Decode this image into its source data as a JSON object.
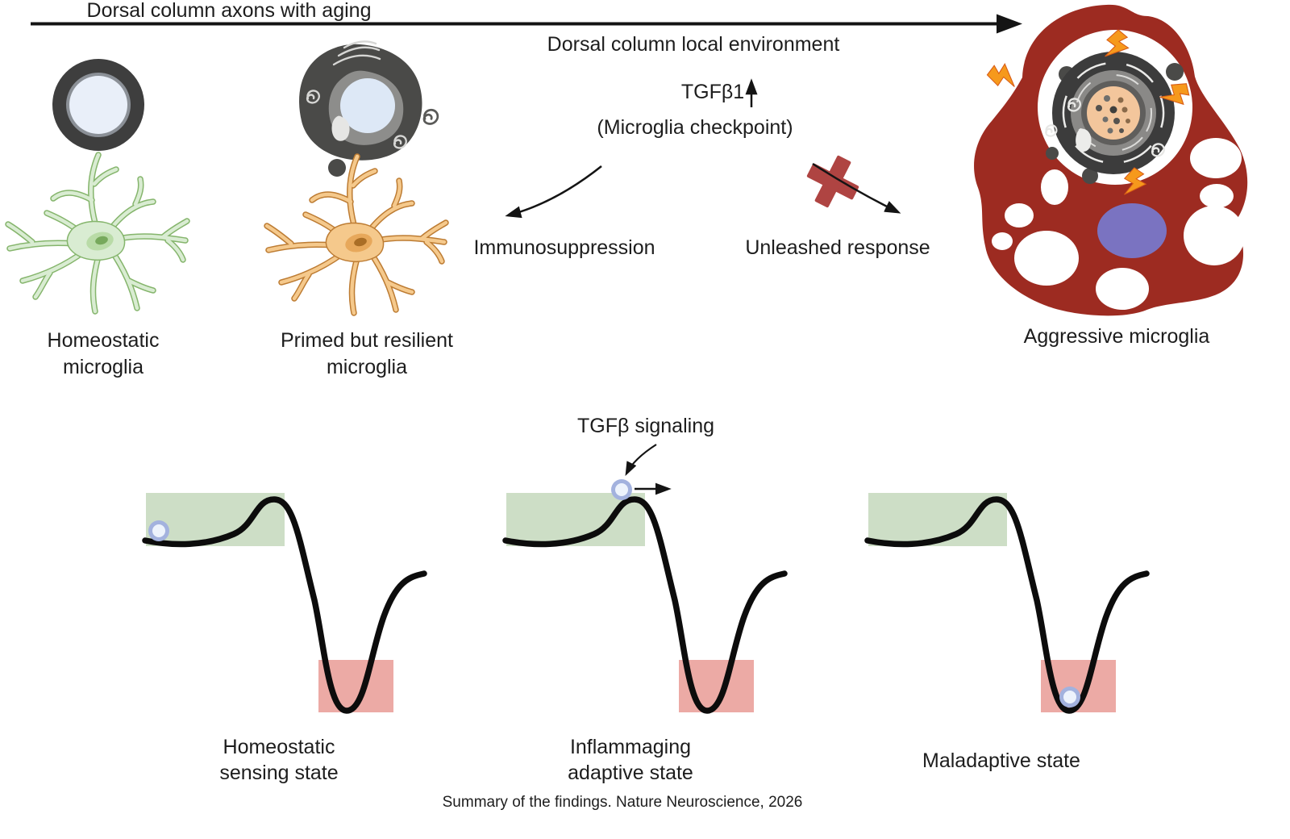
{
  "figure": {
    "title": "Dorsal column axons with aging",
    "caption": "Summary of the findings. Nature Neuroscience, 2026"
  },
  "upper_panel": {
    "environment_label": "Dorsal column local environment",
    "tgfb1_label": "TGFβ1",
    "checkpoint_label": "(Microglia checkpoint)",
    "left_outcome_label": "Immunosuppression",
    "right_outcome_label": "Unleashed response",
    "cells": [
      {
        "line1": "Homeostatic",
        "line2": "microglia"
      },
      {
        "line1": "Primed but resilient",
        "line2": "microglia"
      },
      {
        "line1": "Aggressive microglia",
        "line2": ""
      }
    ]
  },
  "landscape_panel": {
    "signal_label": "TGFβ signaling",
    "states": [
      {
        "line1": "Homeostatic",
        "line2": "sensing state"
      },
      {
        "line1": "Inflammaging",
        "line2": "adaptive state"
      },
      {
        "line1": "Maladaptive state",
        "line2": ""
      }
    ]
  },
  "colors": {
    "homeostatic_cell_green": "#d9ecd2",
    "primed_cell_orange": "#f5c98c",
    "aggressive_cell_red": "#9d2b21",
    "nucleus_purple": "#7a73c1",
    "upper_basin_green": "#cddec6",
    "lower_basin_pink": "#ecaaa5",
    "state_ball_blue": "#a3b2de",
    "stress_bolt_orange": "#f6991c",
    "blocked_x_red": "#af4442"
  }
}
